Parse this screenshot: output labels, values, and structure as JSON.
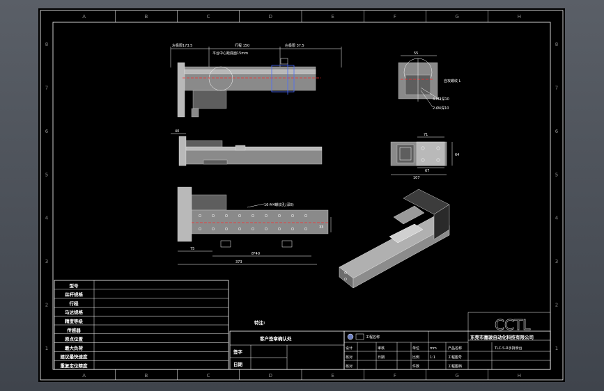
{
  "zone_columns": [
    "A",
    "B",
    "C",
    "D",
    "E",
    "F",
    "G",
    "H"
  ],
  "zone_rows": [
    "8",
    "7",
    "6",
    "5",
    "4",
    "3",
    "2",
    "1"
  ],
  "dimensions": {
    "top_left": "左极限173.5",
    "top_travel": "行程 150",
    "top_right": "右极限 37.5",
    "top_note": "平台中心距底面15mm",
    "left_offset": "40",
    "bottom_pitch": "75",
    "bottom_span": "8*40",
    "bottom_total": "373",
    "side_height": "33",
    "end_top": "55",
    "end_hole_note": "自攻螺纹 L",
    "end_hole_a": "4-M3深10",
    "end_hole_b": "2-Ø4深10",
    "plate_top": "71",
    "plate_inner": "67",
    "plate_total": "107",
    "plate_side": "64",
    "slot_note": "16-M4螺纹孔(深8)"
  },
  "left_table": {
    "rows": [
      "型号",
      "丝杆规格",
      "行程",
      "马达规格",
      "精度等级",
      "传感器",
      "原点位置",
      "最大负荷",
      "建议最快速度",
      "重复定位精度"
    ]
  },
  "remarks_label": "特注:",
  "confirm": {
    "title": "客户签章确认处",
    "sign": "签字",
    "date": "日期"
  },
  "projection_label": "工程名称",
  "title_block": {
    "design": "设计",
    "review": "审核",
    "check": "核对",
    "verify": "核对",
    "approve": "日期",
    "unit": "单位",
    "unit_val": "mm",
    "scale": "比例",
    "scale_val": "1:1",
    "qty": "件数",
    "product_name": "产品名称",
    "drawing_no": "工程图号",
    "project_no": "工程图档"
  },
  "company": {
    "logo": "CCTL",
    "name": "东莞市嘉骏自动化科技有限公司",
    "model": "TLC-S-R手持滑台"
  }
}
